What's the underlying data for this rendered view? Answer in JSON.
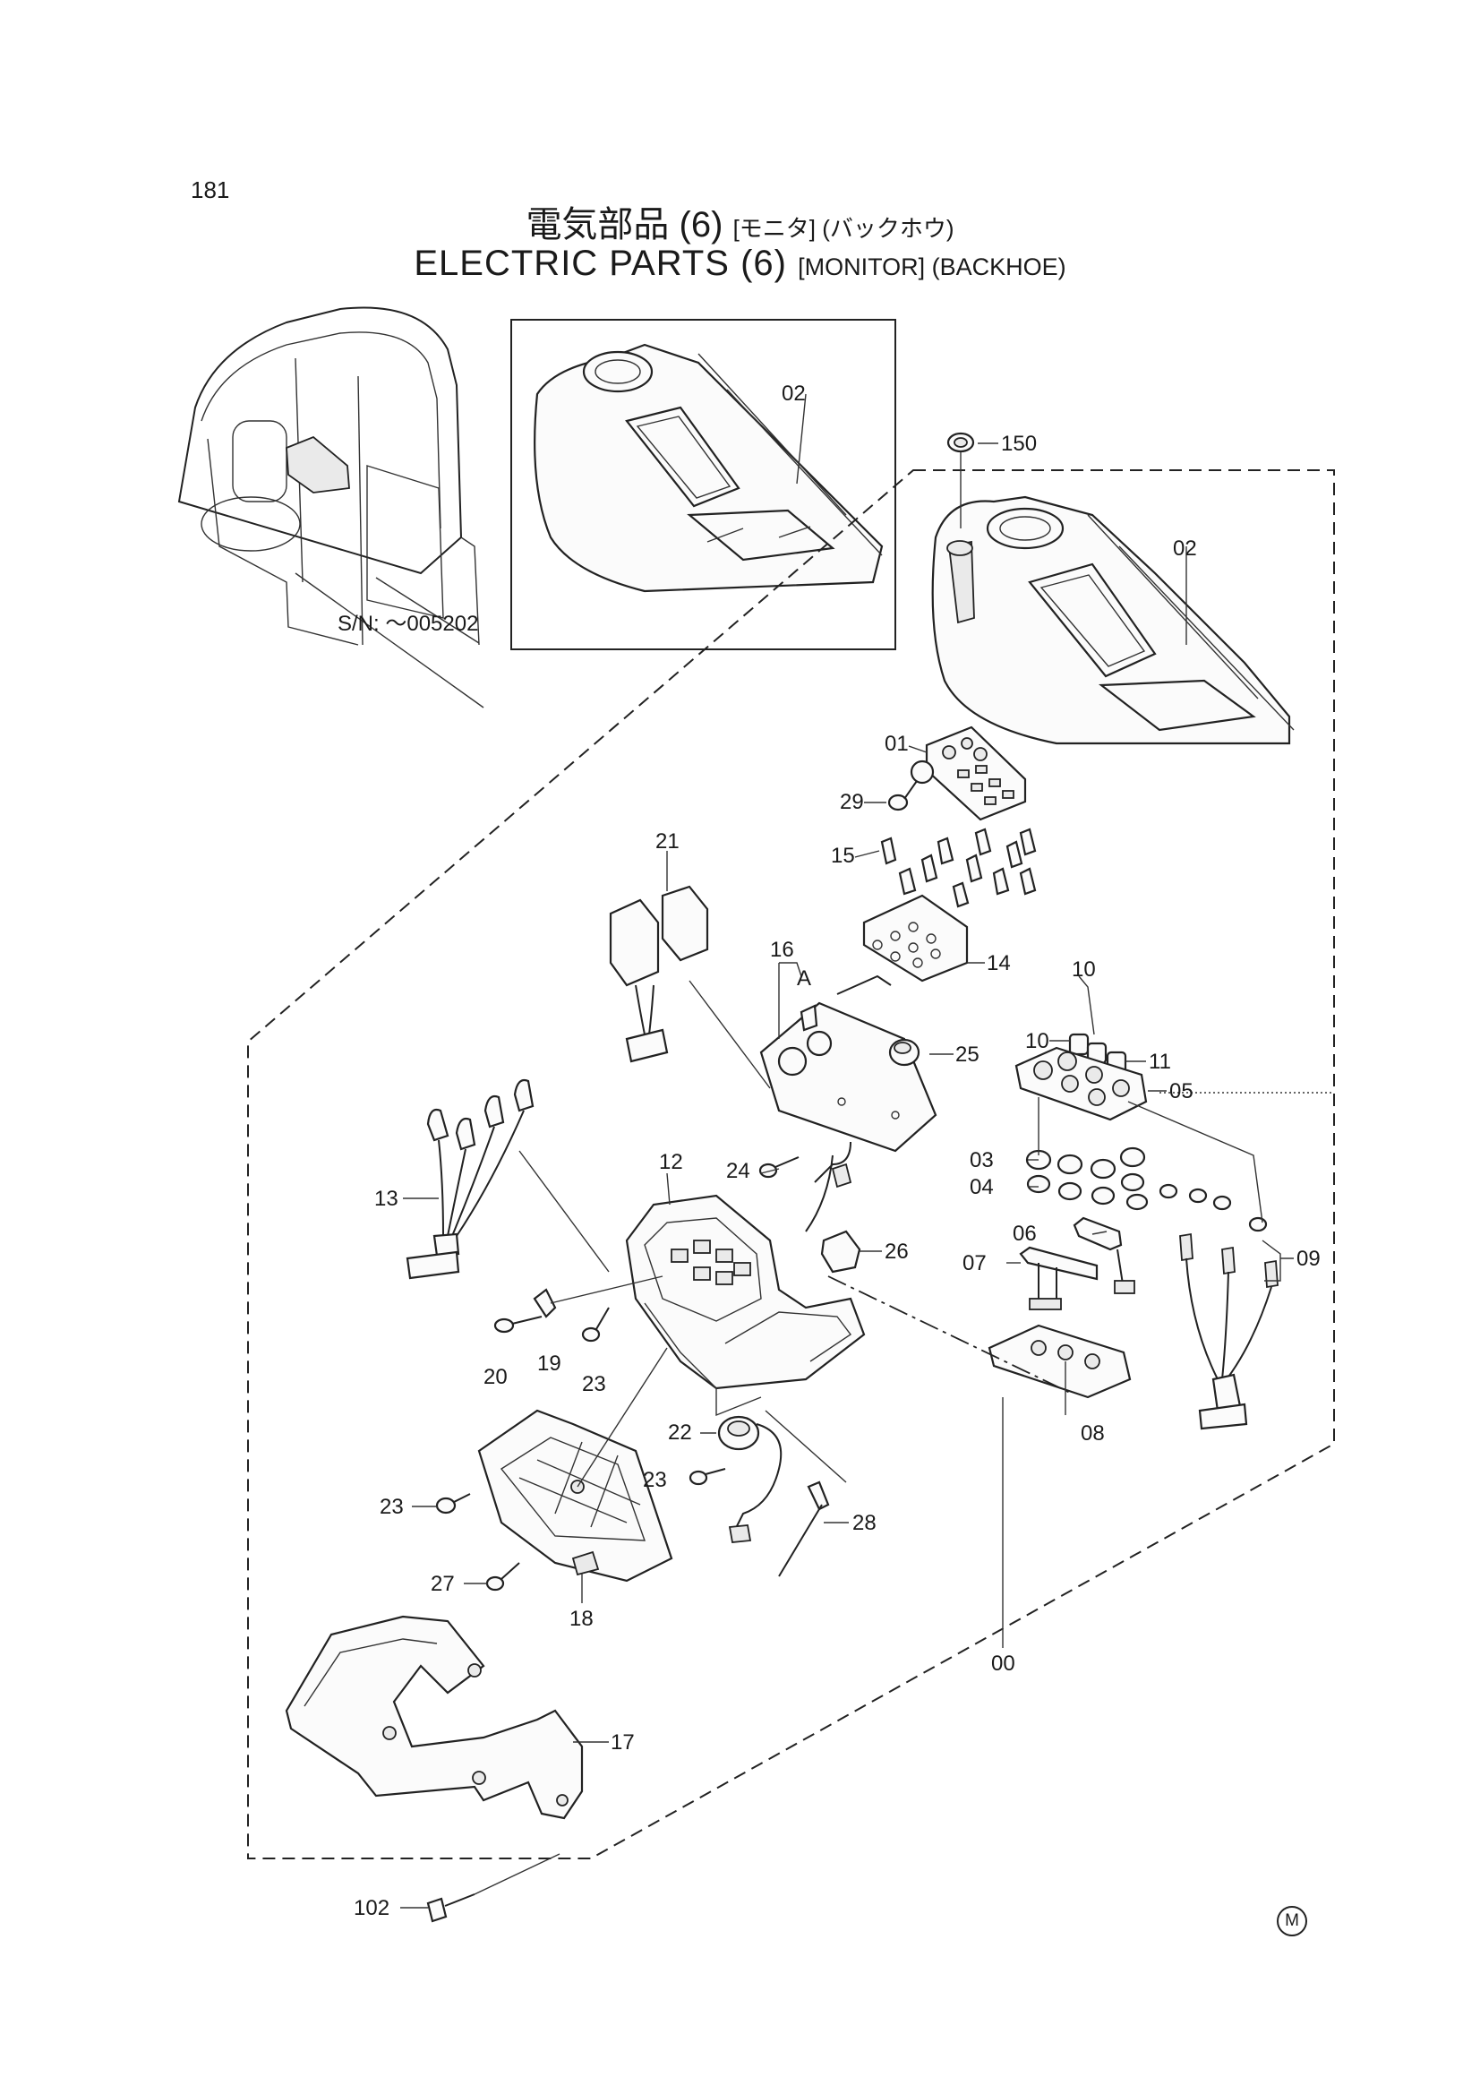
{
  "page": {
    "number": "181",
    "mark": "M"
  },
  "title": {
    "jp_main": "電気部品 (6)",
    "jp_sub": "[モニタ] (バックホウ)",
    "en_main": "ELECTRIC PARTS (6)",
    "en_sub": "[MONITOR] (BACKHOE)"
  },
  "inset": {
    "serial": "S/N: ～005202"
  },
  "labels": {
    "p00": "00",
    "p01": "01",
    "p02a": "02",
    "p02b": "02",
    "p03": "03",
    "p04": "04",
    "p05": "05",
    "p06": "06",
    "p07": "07",
    "p08": "08",
    "p09": "09",
    "p10a": "10",
    "p10b": "10",
    "p11": "11",
    "p12": "12",
    "p13": "13",
    "p14": "14",
    "p15": "15",
    "p16": "16",
    "pA": "A",
    "p17": "17",
    "p18": "18",
    "p19": "19",
    "p20": "20",
    "p21": "21",
    "p22": "22",
    "p23a": "23",
    "p23b": "23",
    "p23c": "23",
    "p24": "24",
    "p25": "25",
    "p26": "26",
    "p27": "27",
    "p28": "28",
    "p29": "29",
    "p102": "102",
    "p150": "150"
  }
}
